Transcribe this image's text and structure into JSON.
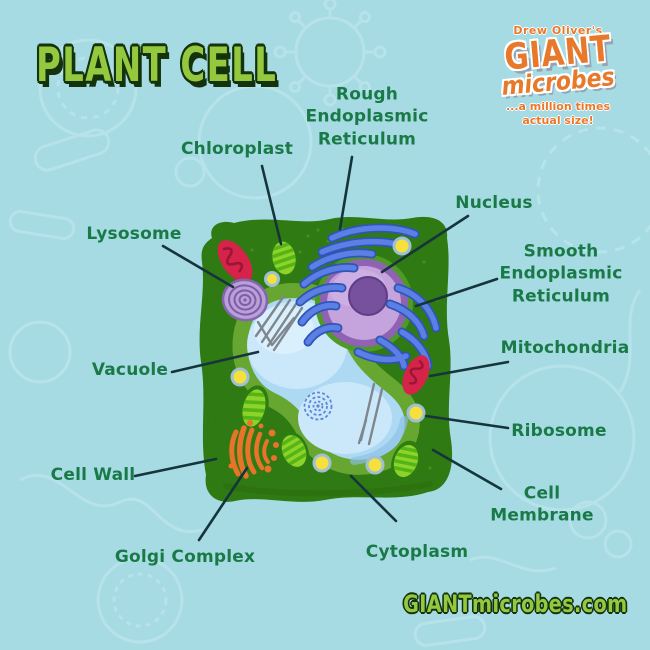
{
  "title": "PLANT CELL",
  "logo": {
    "tagline_top": "Drew Oliver's",
    "brand_giant": "GIANT",
    "brand_microbes": "microbes",
    "tagline_bottom1": "...a million times",
    "tagline_bottom2": "actual size!"
  },
  "footer": {
    "website": "GIANTmicrobes.com"
  },
  "diagram": {
    "subject": "Plant cell with labeled organelles",
    "labels": [
      {
        "id": "chloroplast",
        "text": "Chloroplast"
      },
      {
        "id": "rough-endoplasmic-reticulum",
        "text": "Rough\nEndoplasmic\nReticulum"
      },
      {
        "id": "nucleus",
        "text": "Nucleus"
      },
      {
        "id": "lysosome",
        "text": "Lysosome"
      },
      {
        "id": "smooth-endoplasmic-reticulum",
        "text": "Smooth\nEndoplasmic\nReticulum"
      },
      {
        "id": "vacuole",
        "text": "Vacuole"
      },
      {
        "id": "mitochondria",
        "text": "Mitochondria"
      },
      {
        "id": "ribosome",
        "text": "Ribosome"
      },
      {
        "id": "cell-wall",
        "text": "Cell Wall"
      },
      {
        "id": "cell-membrane",
        "text": "Cell Membrane"
      },
      {
        "id": "golgi-complex",
        "text": "Golgi Complex"
      },
      {
        "id": "cytoplasm",
        "text": "Cytoplasm"
      }
    ],
    "colors": {
      "background": "#a6dbe4",
      "label_text": "#1a7a47",
      "pointer_line": "#16343c",
      "title_green": "#94c93f",
      "title_outline": "#14320c",
      "logo_orange": "#e8792a",
      "cell_wall_dark": "#2f7a12",
      "cell_wall_mid": "#61ad2d",
      "cell_membrane_pale": "#dcee8e",
      "cytoplasm_green": "#8cc63f",
      "vacuole_border": "#4f86cc",
      "vacuole_fill": "#aed9f3",
      "nucleus_ring": "#8f62b4",
      "nucleus_fill": "#c5a3dc",
      "nucleolus_purple": "#77509e",
      "er_blue": "#5b7fe4",
      "chloroplast_dark": "#2e7d12",
      "chloroplast_light": "#8ed32a",
      "mitochondria_red": "#d5234a",
      "lysosome_purple": "#b9a0d8",
      "golgi_orange": "#e8732a",
      "ribosome_yellow": "#f6e13c"
    }
  }
}
